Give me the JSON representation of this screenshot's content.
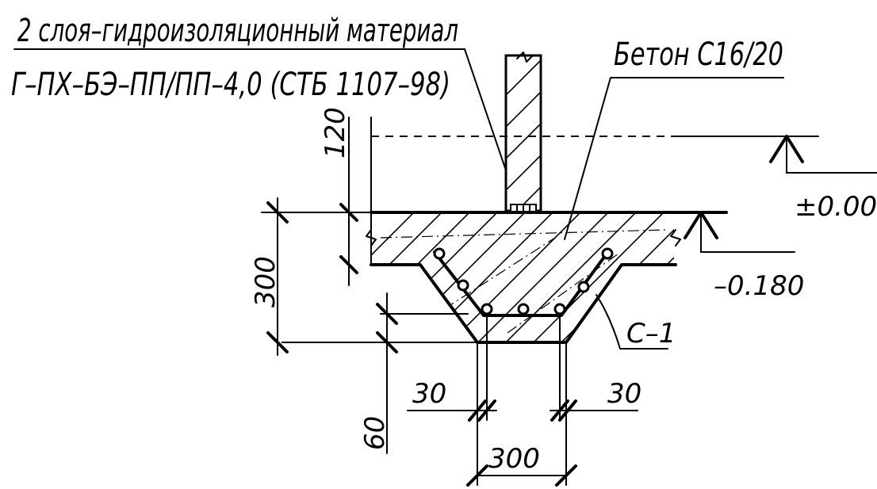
{
  "labels": {
    "material_line1": "2 слоя–гидроизоляционный материал",
    "material_line2": "Г–ПХ–БЭ–ПП/ПП–4,0 (СТБ 1107–98)",
    "concrete": "Бетон С16/20",
    "level_zero": "±0.000",
    "level_slab": "–0.180",
    "rebar_mark": "С–1"
  },
  "dimensions": {
    "wall_above": "120",
    "slab_depth": "300",
    "bottom_slab": "60",
    "cover_left": "30",
    "cover_right": "30",
    "beam_width": "300"
  }
}
